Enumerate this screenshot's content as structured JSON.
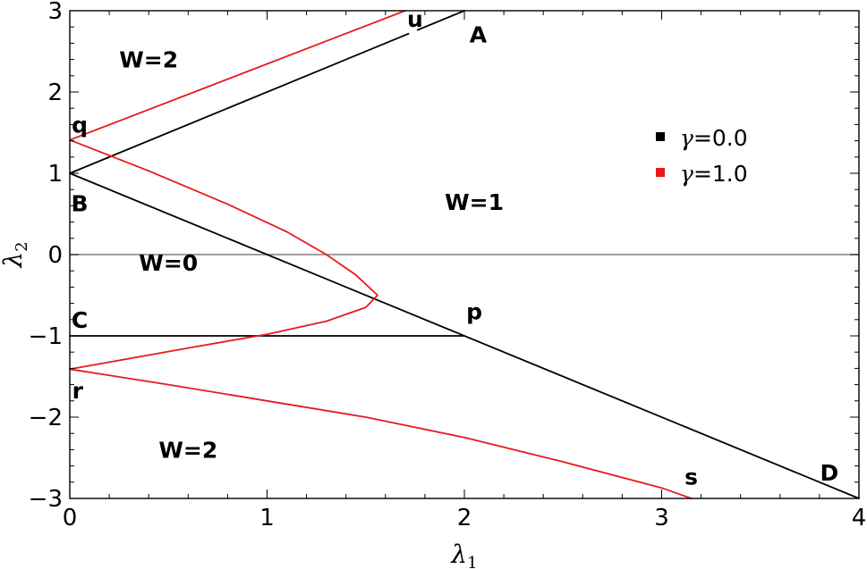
{
  "chart_data": {
    "type": "line",
    "xlabel_main": "λ",
    "xlabel_sub": "1",
    "ylabel_main": "λ",
    "ylabel_sub": "2",
    "xlim": [
      0,
      4
    ],
    "ylim": [
      -3,
      3
    ],
    "x_ticks": [
      0,
      1,
      2,
      3,
      4
    ],
    "y_ticks": [
      -3,
      -2,
      -1,
      0,
      1,
      2,
      3
    ],
    "x_tick_labels": [
      "0",
      "1",
      "2",
      "3",
      "4"
    ],
    "y_tick_labels": [
      "−3",
      "−2",
      "−1",
      "0",
      "1",
      "2",
      "3"
    ],
    "grid": false,
    "legend_position": "right",
    "series": [
      {
        "name": "γ=0.0",
        "legend_symbol": "γ",
        "legend_value": "=0.0",
        "color": "#000000",
        "segments": [
          [
            [
              0,
              1
            ],
            [
              2,
              3
            ]
          ],
          [
            [
              0,
              1
            ],
            [
              4,
              -3
            ]
          ],
          [
            [
              0,
              -1
            ],
            [
              2,
              -1
            ]
          ]
        ]
      },
      {
        "name": "γ=1.0",
        "legend_symbol": "γ",
        "legend_value": "=1.0",
        "color": "#e8191c",
        "segments": [
          [
            [
              0,
              1.41
            ],
            [
              1.7,
              3
            ]
          ],
          [
            [
              0,
              1.41
            ],
            [
              0.4,
              1.03
            ],
            [
              0.8,
              0.62
            ],
            [
              1.1,
              0.28
            ],
            [
              1.3,
              0.0
            ],
            [
              1.45,
              -0.25
            ],
            [
              1.56,
              -0.5
            ],
            [
              1.5,
              -0.65
            ],
            [
              1.3,
              -0.82
            ],
            [
              1.0,
              -0.98
            ],
            [
              0.6,
              -1.15
            ],
            [
              0.3,
              -1.28
            ],
            [
              0,
              -1.41
            ]
          ],
          [
            [
              0,
              -1.41
            ],
            [
              0.5,
              -1.6
            ],
            [
              1.0,
              -1.8
            ],
            [
              1.5,
              -2.0
            ],
            [
              2.0,
              -2.25
            ],
            [
              2.5,
              -2.55
            ],
            [
              3.0,
              -2.87
            ],
            [
              3.15,
              -3
            ]
          ]
        ]
      }
    ],
    "zero_line": {
      "y": 0,
      "color": "#7f7f7f"
    },
    "regions": [
      {
        "text": "W=2",
        "x": 0.4,
        "y": 2.4
      },
      {
        "text": "W=1",
        "x": 2.05,
        "y": 0.65
      },
      {
        "text": "W=0",
        "x": 0.5,
        "y": -0.1
      },
      {
        "text": "W=2",
        "x": 0.6,
        "y": -2.4
      }
    ],
    "points": [
      {
        "text": "u",
        "x": 1.75,
        "y": 2.9
      },
      {
        "text": "A",
        "x": 2.07,
        "y": 2.71
      },
      {
        "text": "q",
        "x": 0.05,
        "y": 1.6
      },
      {
        "text": "B",
        "x": 0.05,
        "y": 0.63
      },
      {
        "text": "C",
        "x": 0.05,
        "y": -0.8
      },
      {
        "text": "p",
        "x": 2.05,
        "y": -0.7
      },
      {
        "text": "r",
        "x": 0.04,
        "y": -1.67
      },
      {
        "text": "s",
        "x": 3.15,
        "y": -2.73
      },
      {
        "text": "D",
        "x": 3.85,
        "y": -2.68
      }
    ]
  }
}
